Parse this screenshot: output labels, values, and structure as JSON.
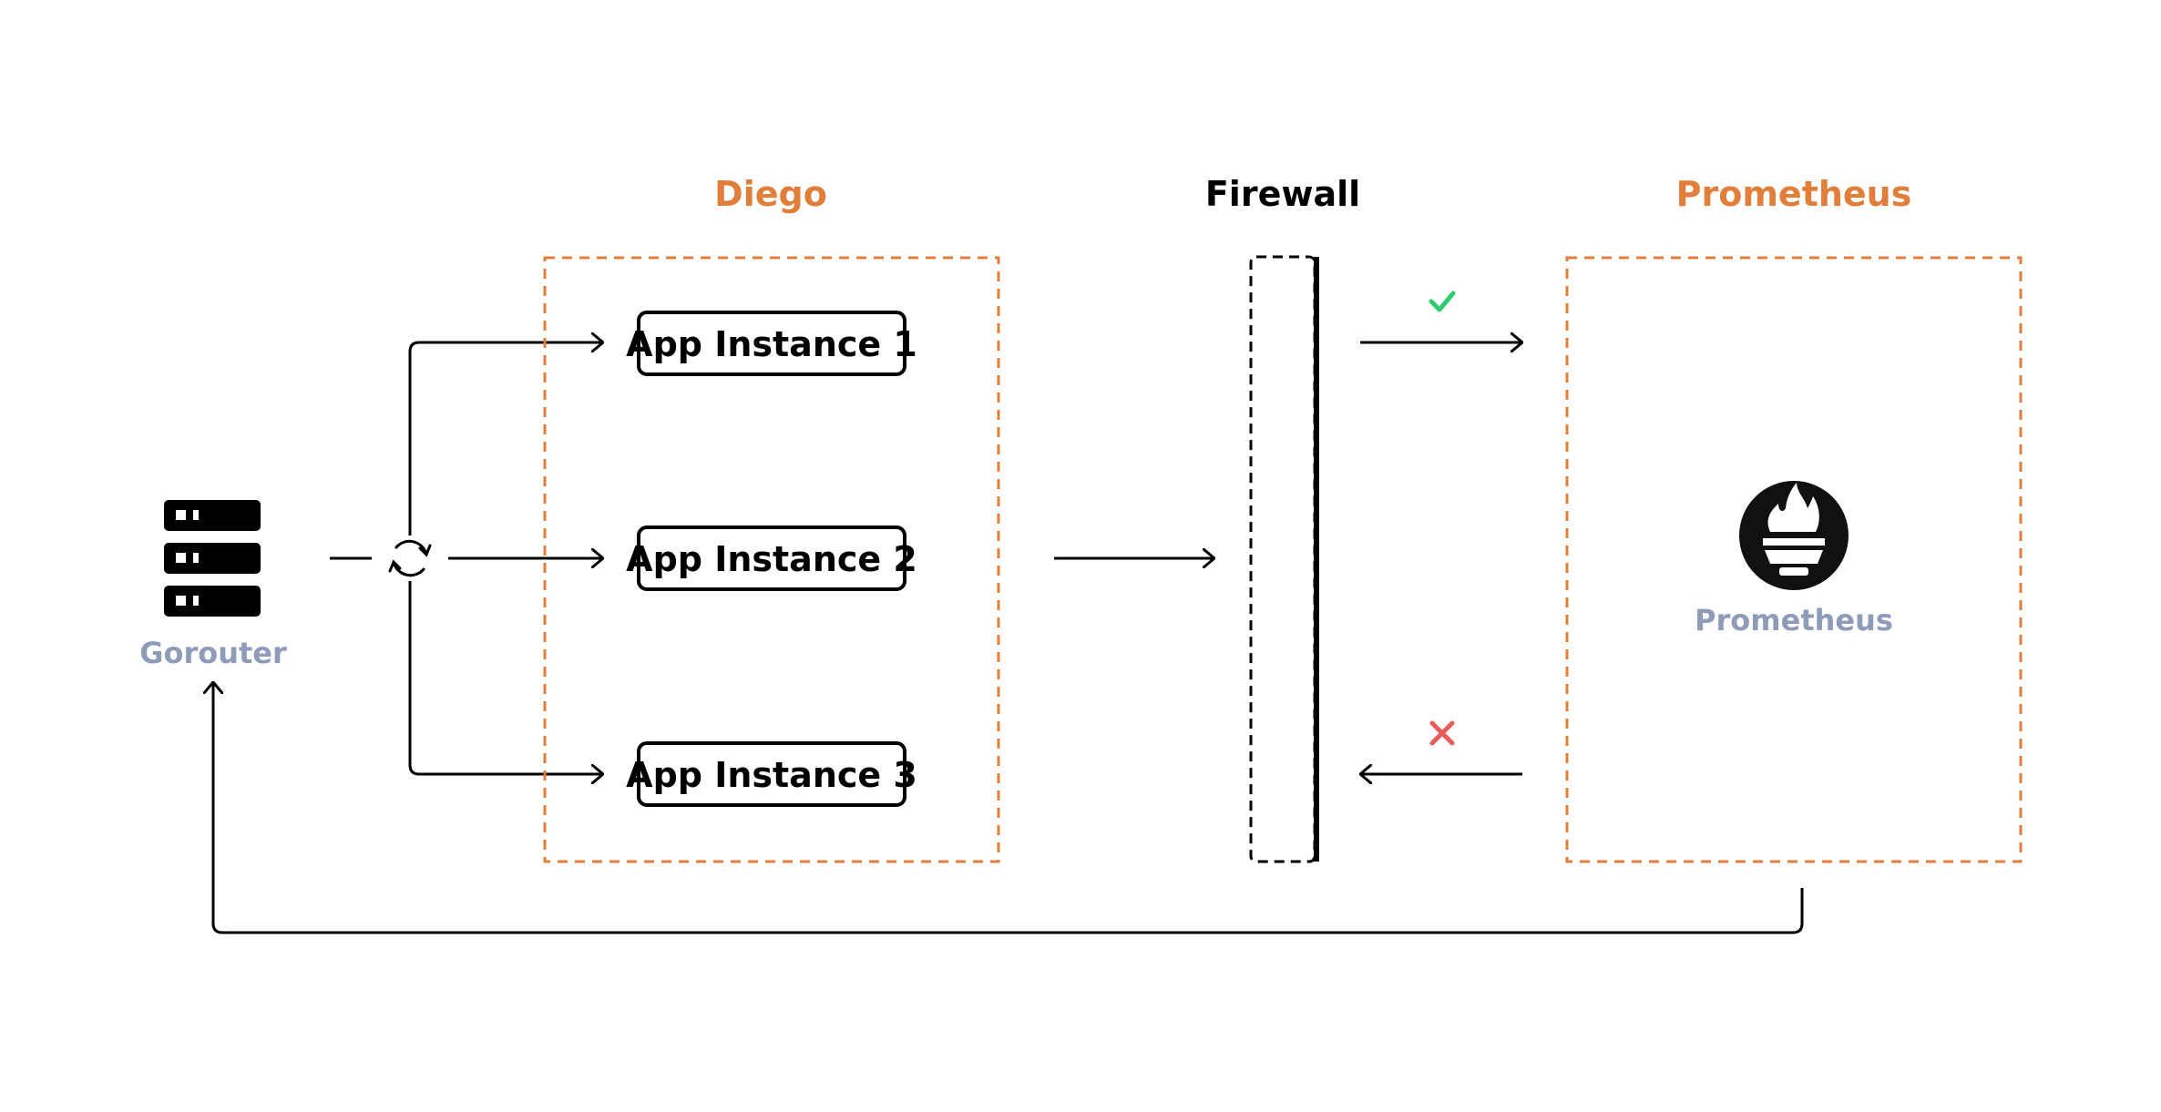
{
  "colors": {
    "accent": "#E07E3A",
    "muted": "#8E9CBA",
    "ink": "#000000",
    "check": "#2ECC71",
    "cross": "#E85C5C"
  },
  "gorouter": {
    "label": "Gorouter",
    "icon": "server-stack-icon"
  },
  "router_icon": "refresh-cycle-icon",
  "diego": {
    "title": "Diego",
    "instances": [
      "App Instance 1",
      "App Instance 2",
      "App Instance 3"
    ]
  },
  "firewall": {
    "title": "Firewall"
  },
  "prometheus": {
    "title": "Prometheus",
    "label": "Prometheus",
    "icon": "prometheus-torch-icon"
  },
  "status": {
    "allowed": "check-icon",
    "blocked": "cross-icon"
  }
}
